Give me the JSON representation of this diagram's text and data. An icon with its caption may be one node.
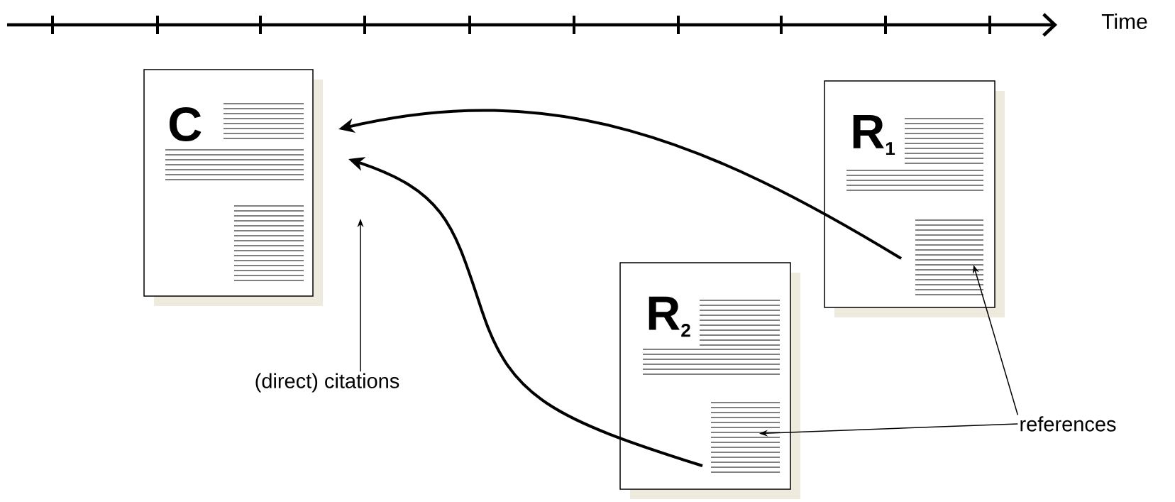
{
  "diagram": {
    "nodes": [
      {
        "text": [
          "C"
        ]
      },
      {
        "text": [
          "R$_{1}$"
        ]
      },
      {
        "text": [
          "R$_{2}$"
        ]
      },
      {
        "text": [
          "(direct) citations"
        ]
      },
      {
        "text": [
          "references"
        ]
      },
      {
        "text": [],
        "shape": "box",
        "in": 1
      },
      {
        "text": [],
        "shape": "box",
        "in": 2
      }
    ],
    "edges": [
      {
        "from": 5,
        "to": 0,
        "arrow": "to",
        "style": "thick"
      },
      {
        "from": 6,
        "to": 0,
        "arrow": "to",
        "style": "thick"
      },
      {
        "from": 3,
        "to": null,
        "arrow": "to"
      },
      {
        "from": 4,
        "to": 5,
        "arrow": "to"
      },
      {
        "from": 4,
        "to": 6,
        "arrow": "to"
      }
    ],
    "labels": [
      "Time"
    ]
  }
}
